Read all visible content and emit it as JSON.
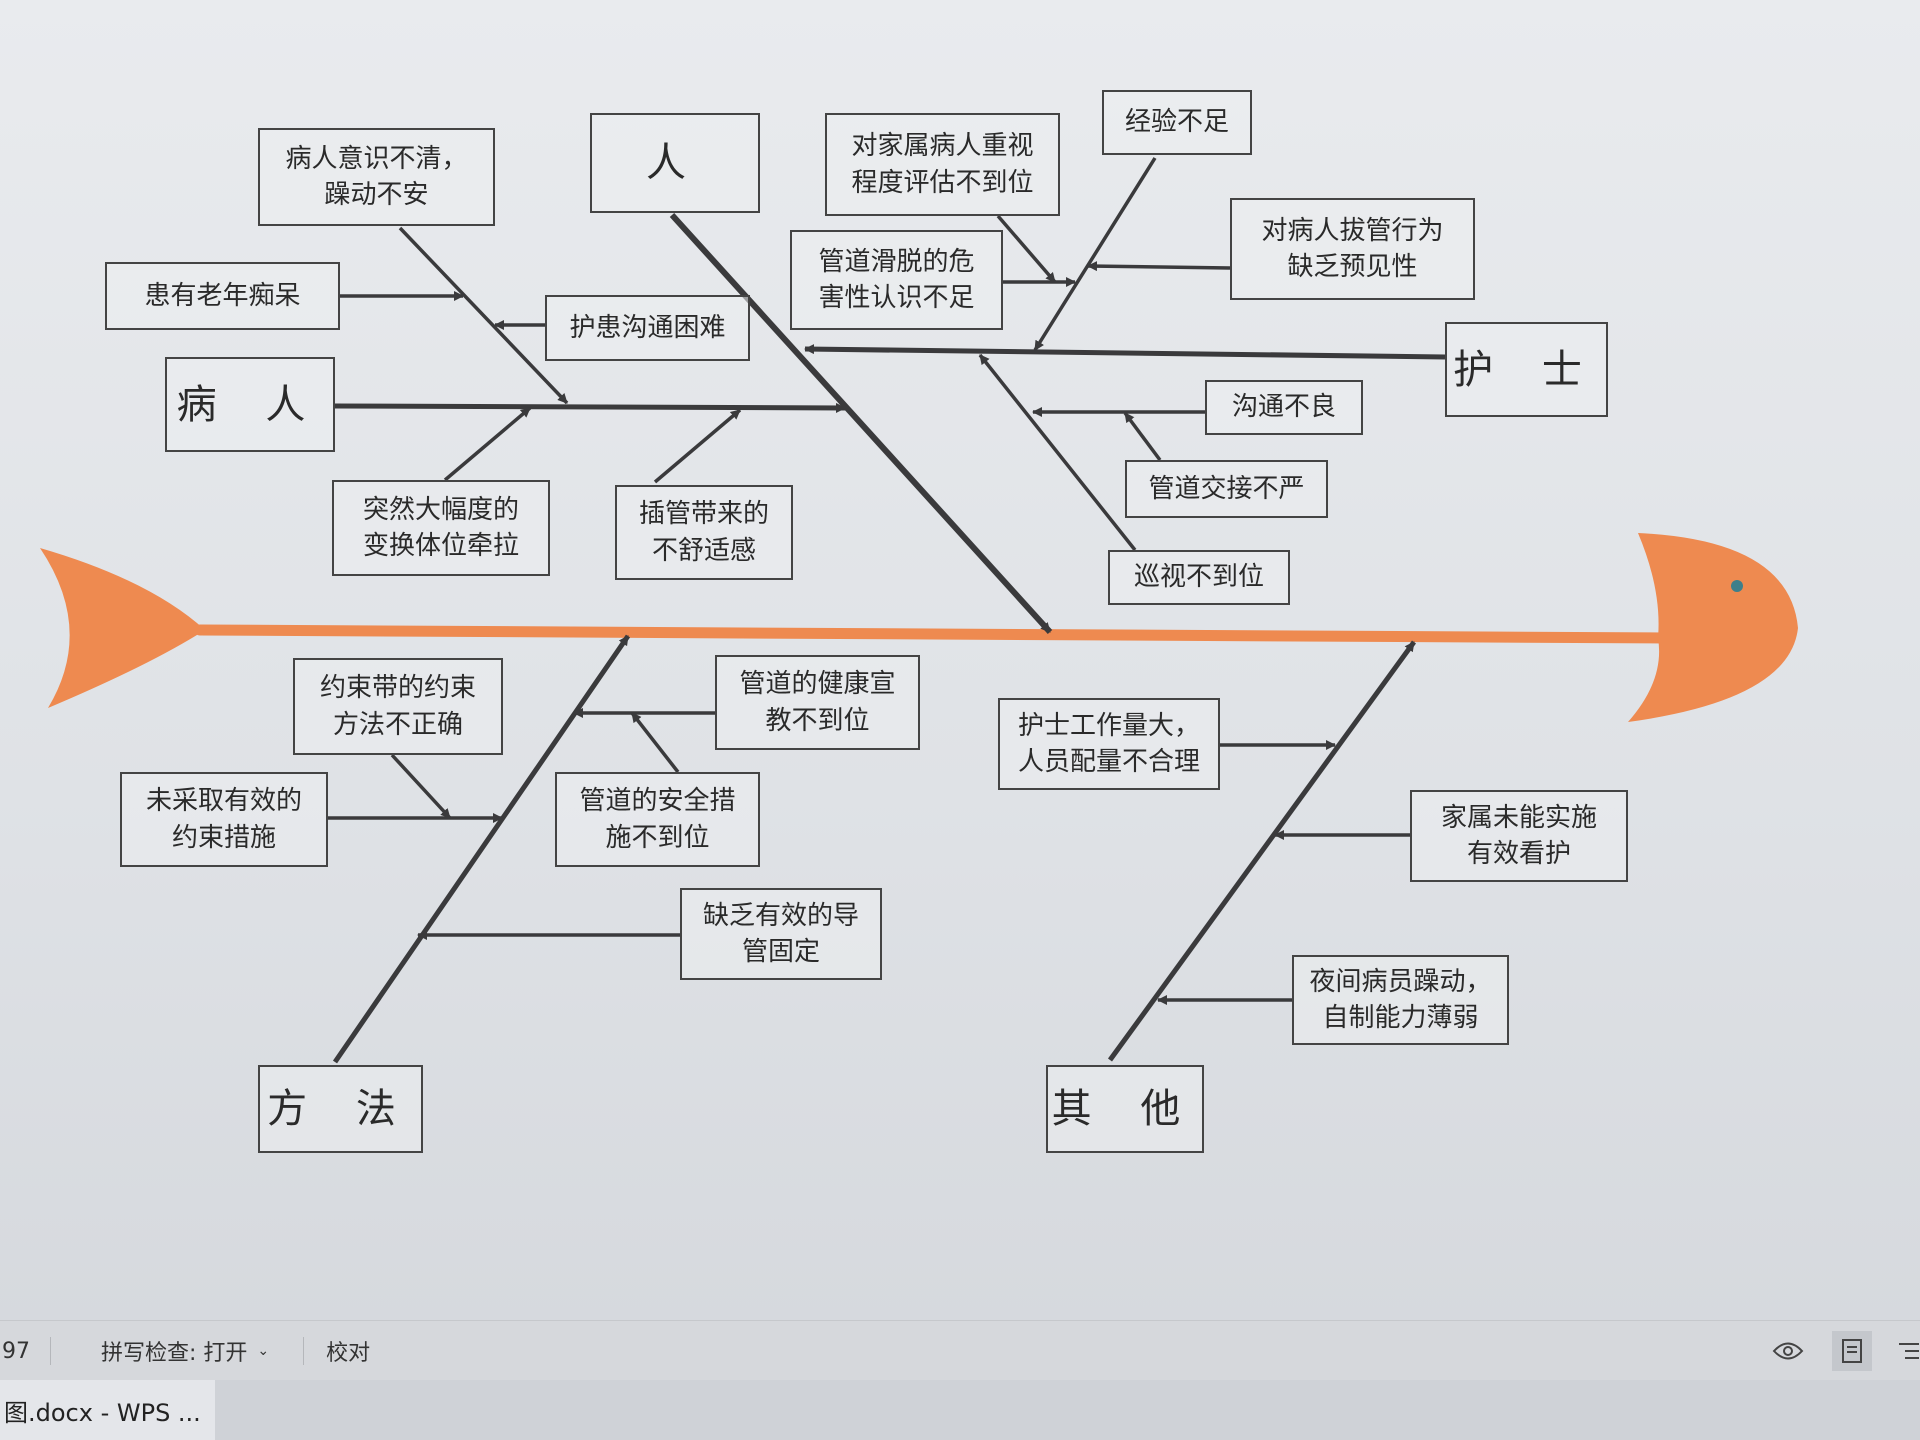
{
  "diagram": {
    "categories": {
      "patient": "病 人",
      "person": "人",
      "nurse": "护 士",
      "method": "方 法",
      "other": "其 他"
    },
    "causes": {
      "patient_1": "病人意识不清，\n躁动不安",
      "patient_2": "患有老年痴呆",
      "patient_3": "护患沟通困难",
      "patient_4": "突然大幅度的\n变换体位牵拉",
      "patient_5": "插管带来的\n不舒适感",
      "nurse_1": "对家属病人重视\n程度评估不到位",
      "nurse_2": "经验不足",
      "nurse_3": "管道滑脱的危\n害性认识不足",
      "nurse_4": "对病人拔管行为\n缺乏预见性",
      "nurse_5": "沟通不良",
      "nurse_6": "管道交接不严",
      "nurse_7": "巡视不到位",
      "method_1": "约束带的约束\n方法不正确",
      "method_2": "管道的健康宣\n教不到位",
      "method_3": "未采取有效的\n约束措施",
      "method_4": "管道的安全措\n施不到位",
      "method_5": "缺乏有效的导\n管固定",
      "other_1": "护士工作量大，\n人员配量不合理",
      "other_2": "家属未能实施\n有效看护",
      "other_3": "夜间病员躁动，\n自制能力薄弱"
    },
    "colors": {
      "fish": "#ee8a50",
      "line": "#3a3a3c"
    }
  },
  "statusbar": {
    "page_fragment": "97",
    "spellcheck": "拼写检查: 打开",
    "spellcheck_icon": "chevron-down-icon",
    "proofread": "校对"
  },
  "taskbar": {
    "doc_title": "图.docx - WPS ..."
  }
}
